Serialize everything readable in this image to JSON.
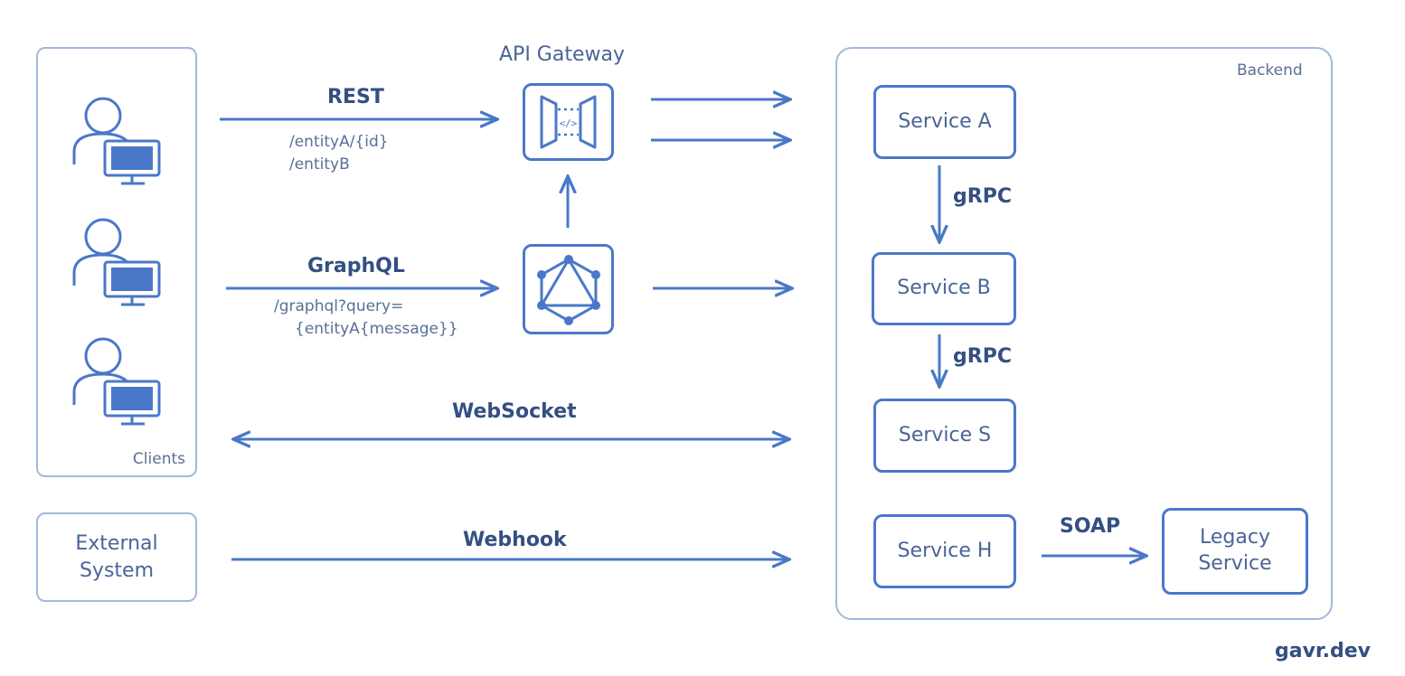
{
  "groups": {
    "clients_label": "Clients",
    "backend_label": "Backend",
    "api_gateway_label": "API Gateway",
    "external_system_label": "External System"
  },
  "services": {
    "a": "Service A",
    "b": "Service B",
    "s": "Service S",
    "h": "Service H",
    "legacy": "Legacy Service"
  },
  "protocols": {
    "rest": "REST",
    "graphql": "GraphQL",
    "websocket": "WebSocket",
    "webhook": "Webhook",
    "grpc_1": "gRPC",
    "grpc_2": "gRPC",
    "soap": "SOAP"
  },
  "paths": {
    "rest_line1": "/entityA/{id}",
    "rest_line2": "/entityB",
    "graphql_line1": "/graphql?query=",
    "graphql_line2": "{entityA{message}}"
  },
  "gateway_icon_text": "</>",
  "watermark": "gavr.dev",
  "colors": {
    "accent": "#4a78c8",
    "frame": "#a3b8dc",
    "text": "#4a6496",
    "bold_text": "#344f82"
  },
  "icons": {
    "client": "user-with-monitor-icon",
    "gateway": "api-gateway-icon",
    "graphql": "graphql-logo-icon"
  }
}
